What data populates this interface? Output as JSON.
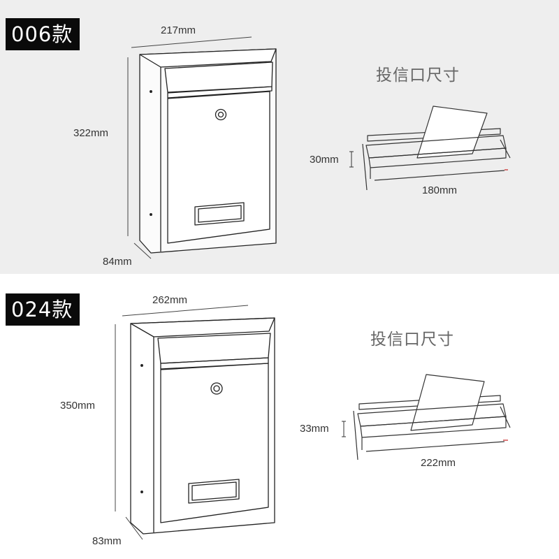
{
  "background_colors": {
    "top_panel": "#eeeeee",
    "bottom_panel": "#ffffff",
    "badge": "#0a0a0a"
  },
  "models": [
    {
      "badge": "006款",
      "width": "217mm",
      "height": "322mm",
      "depth": "84mm",
      "slot_title": "投信口尺寸",
      "slot_height": "30mm",
      "slot_width": "180mm"
    },
    {
      "badge": "024款",
      "width": "262mm",
      "height": "350mm",
      "depth": "83mm",
      "slot_title": "投信口尺寸",
      "slot_height": "33mm",
      "slot_width": "222mm"
    }
  ]
}
